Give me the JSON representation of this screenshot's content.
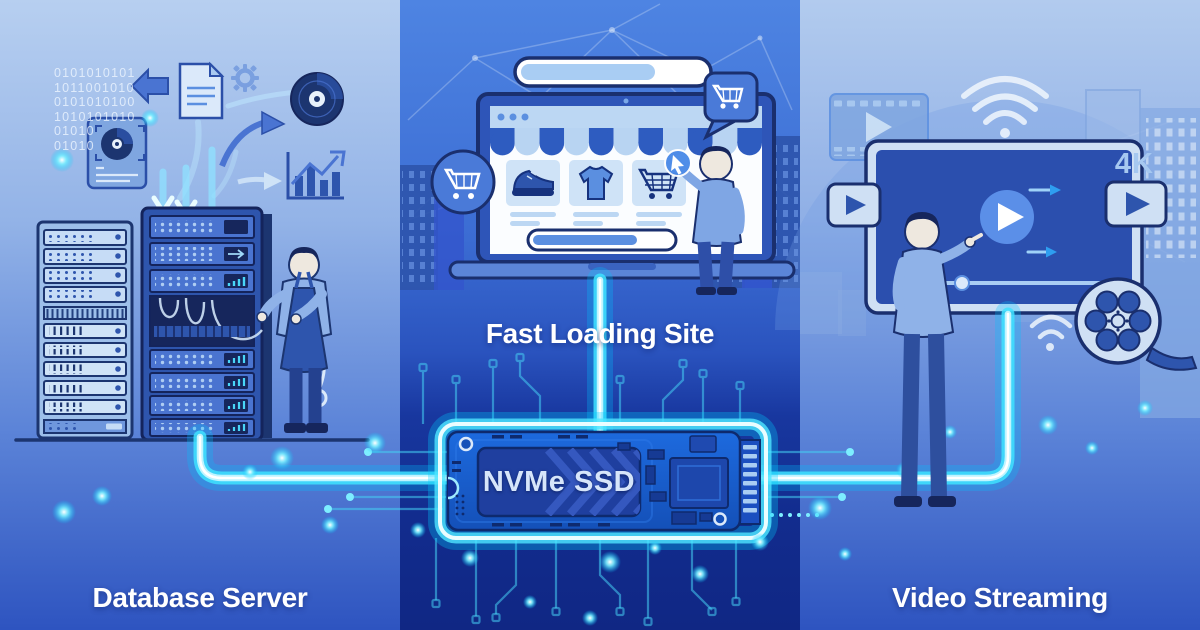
{
  "panels": {
    "database": {
      "label": "Database Server"
    },
    "website": {
      "label": "Fast Loading Site"
    },
    "video": {
      "label": "Video Streaming"
    }
  },
  "ssd": {
    "label": "NVMe SSD"
  },
  "tv": {
    "resolution_badge": "4K"
  },
  "binary_lines": [
    "0101010101",
    "1011001010",
    "0101010100",
    "1010101010",
    "01010",
    "01010"
  ],
  "colors": {
    "glow_accent": "#4fe3ff",
    "deep_navy": "#102784",
    "panel_light": "#b7cff0",
    "royal_blue": "#2e54c0",
    "outline_navy": "#1a2f6e",
    "label_text": "#ffffff"
  }
}
